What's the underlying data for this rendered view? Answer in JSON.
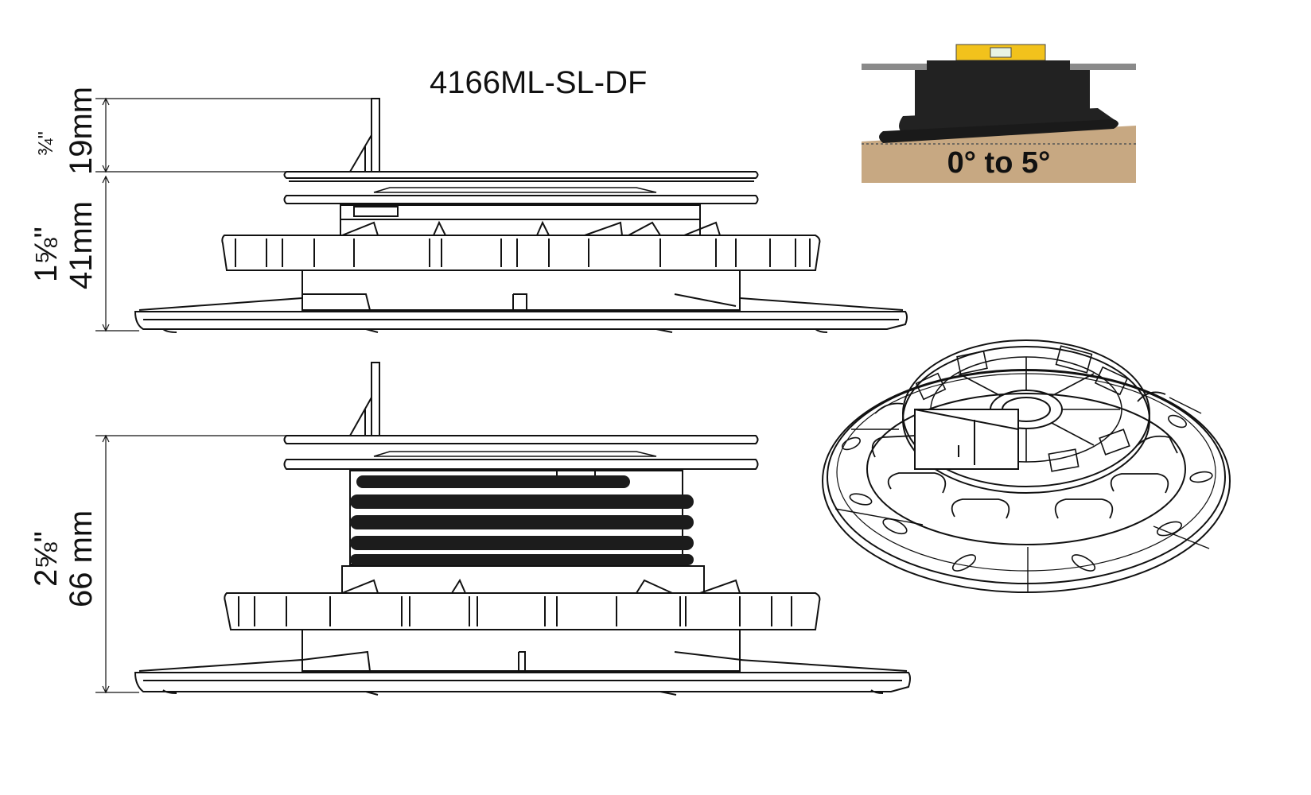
{
  "title": "4166ML-SL-DF",
  "top_view": {
    "dim_upper": {
      "fraction": "¾\"",
      "metric": "19mm"
    },
    "dim_lower": {
      "fraction": "1⅝\"",
      "metric": "41mm"
    }
  },
  "bottom_view": {
    "dim_total": {
      "fraction": "2⅝\"",
      "metric": "66 mm"
    }
  },
  "slope_inset": {
    "label": "0° to 5°",
    "colors": {
      "ground": "#c7a882",
      "level": "#f2c21c",
      "body": "#222222",
      "board": "#8a8a8a"
    }
  },
  "icons": [
    "pedestal-side-drawing",
    "pedestal-perspective-drawing",
    "spirit-level-icon"
  ]
}
